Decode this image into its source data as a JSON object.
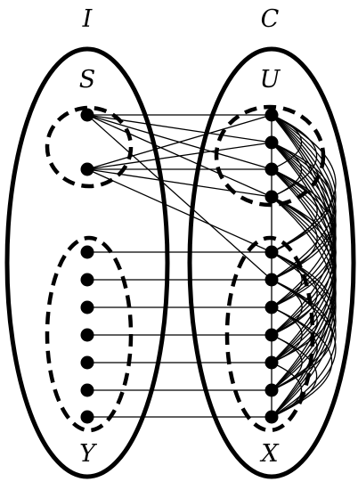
{
  "labels": {
    "I": "I",
    "C": "C",
    "S": "S",
    "U": "U",
    "Y": "Y",
    "X": "X"
  },
  "colors": {
    "stroke": "#000000",
    "background": "#ffffff"
  },
  "graph": {
    "left_vertices": [
      "s1",
      "s2",
      "y1",
      "y2",
      "y3",
      "y4",
      "y5",
      "y6",
      "y7"
    ],
    "right_vertices": [
      "u1",
      "u2",
      "u3",
      "u4",
      "x1",
      "x2",
      "x3",
      "x4",
      "x5",
      "x6",
      "x7"
    ],
    "S": [
      "s1",
      "s2"
    ],
    "Y": [
      "y1",
      "y2",
      "y3",
      "y4",
      "y5",
      "y6",
      "y7"
    ],
    "U": [
      "u1",
      "u2",
      "u3",
      "u4"
    ],
    "X": [
      "x1",
      "x2",
      "x3",
      "x4",
      "x5",
      "x6",
      "x7"
    ],
    "I": [
      "s1",
      "s2",
      "y1",
      "y2",
      "y3",
      "y4",
      "y5",
      "y6",
      "y7"
    ],
    "C": [
      "u1",
      "u2",
      "u3",
      "u4",
      "x1",
      "x2",
      "x3",
      "x4",
      "x5",
      "x6",
      "x7"
    ],
    "cross_edges": [
      [
        "s1",
        "u1"
      ],
      [
        "s1",
        "u2"
      ],
      [
        "s1",
        "u3"
      ],
      [
        "s1",
        "u4"
      ],
      [
        "s1",
        "x2"
      ],
      [
        "s2",
        "u1"
      ],
      [
        "s2",
        "u2"
      ],
      [
        "s2",
        "u3"
      ],
      [
        "s2",
        "u4"
      ],
      [
        "s2",
        "x1"
      ],
      [
        "y1",
        "x1"
      ],
      [
        "y2",
        "x2"
      ],
      [
        "y3",
        "x3"
      ],
      [
        "y4",
        "x4"
      ],
      [
        "y5",
        "x5"
      ],
      [
        "y6",
        "x6"
      ],
      [
        "y7",
        "x7"
      ]
    ],
    "clique_on": "C"
  }
}
